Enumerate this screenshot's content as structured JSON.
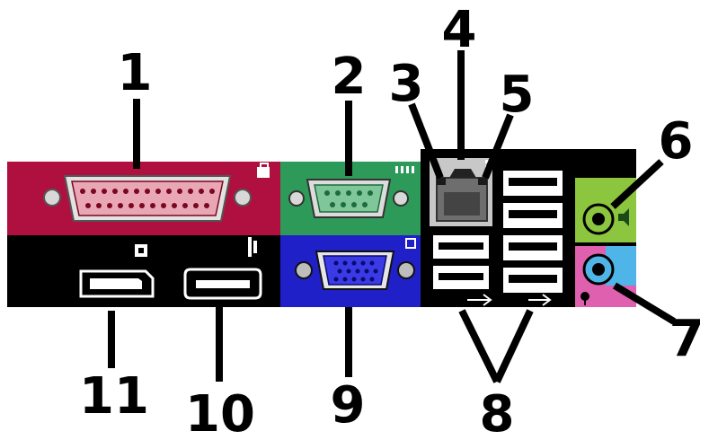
{
  "diagram": {
    "callouts": [
      {
        "number": "1",
        "port": "parallel-connector"
      },
      {
        "number": "2",
        "port": "serial-connector"
      },
      {
        "number": "3",
        "port": "link-integrity-light"
      },
      {
        "number": "4",
        "port": "network-adapter"
      },
      {
        "number": "5",
        "port": "network-activity-light"
      },
      {
        "number": "6",
        "port": "line-out-connector"
      },
      {
        "number": "7",
        "port": "line-in-microphone-connector"
      },
      {
        "number": "8",
        "port": "usb-2-connectors"
      },
      {
        "number": "9",
        "port": "vga-video-connector"
      },
      {
        "number": "10",
        "port": "esata-connector"
      },
      {
        "number": "11",
        "port": "displayport-connector"
      }
    ],
    "colors": {
      "parallel_panel": "#b0103f",
      "serial_panel": "#2e9a5a",
      "vga_panel": "#2020c8",
      "black_panel": "#000000",
      "audio_green": "#8cc63f",
      "audio_pink": "#e060b0",
      "audio_blue": "#4fb4e8",
      "network_gray": "#c8c8c8"
    }
  }
}
